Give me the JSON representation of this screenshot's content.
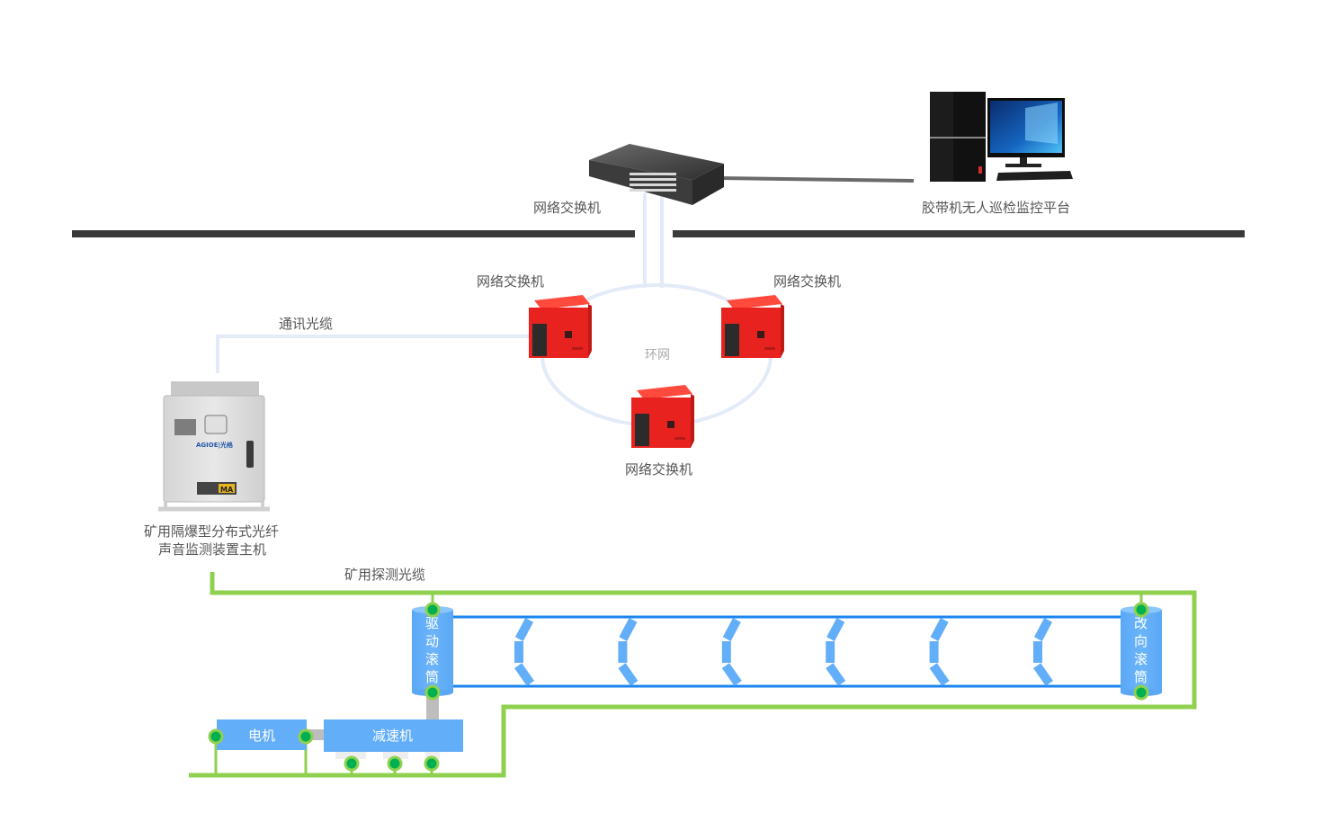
{
  "colors": {
    "backbone": "#3a3a3a",
    "comm_fiber": "#e3ebf8",
    "sensing_fiber": "#8fd14f",
    "belt_line": "#1a85f0",
    "component_blue": "#63aef9",
    "node_fill": "#00b050",
    "node_ring": "#8fd14f",
    "shaft_gray": "#bdbdbd",
    "switch_red": "#e8231f",
    "text": "#555555",
    "text_light": "#aaaaaa"
  },
  "nodes": {
    "core_switch": {
      "label": "网络交换机",
      "icon": "rack-switch-icon"
    },
    "platform": {
      "label": "胶带机无人巡检监控平台",
      "icon": "desktop-computer-icon"
    },
    "ring_switch_left": {
      "label": "网络交换机",
      "icon": "explosion-proof-switch-icon"
    },
    "ring_switch_right": {
      "label": "网络交换机",
      "icon": "explosion-proof-switch-icon"
    },
    "ring_switch_bottom": {
      "label": "网络交换机",
      "icon": "explosion-proof-switch-icon"
    },
    "ring_label": "环网",
    "host": {
      "label_line1": "矿用隔爆型分布式光纤",
      "label_line2": "声音监测装置主机",
      "brand": "AGIOE|光格",
      "badge": "MA",
      "icon": "explosion-proof-cabinet-icon"
    }
  },
  "cables": {
    "comm_fiber": "通讯光缆",
    "sensing_fiber": "矿用探测光缆"
  },
  "conveyor": {
    "drive_drum": [
      "驱",
      "动",
      "滚",
      "筒"
    ],
    "bend_drum": [
      "改",
      "向",
      "滚",
      "筒"
    ],
    "motor": "电机",
    "reducer": "减速机",
    "idler_sets": 6
  }
}
